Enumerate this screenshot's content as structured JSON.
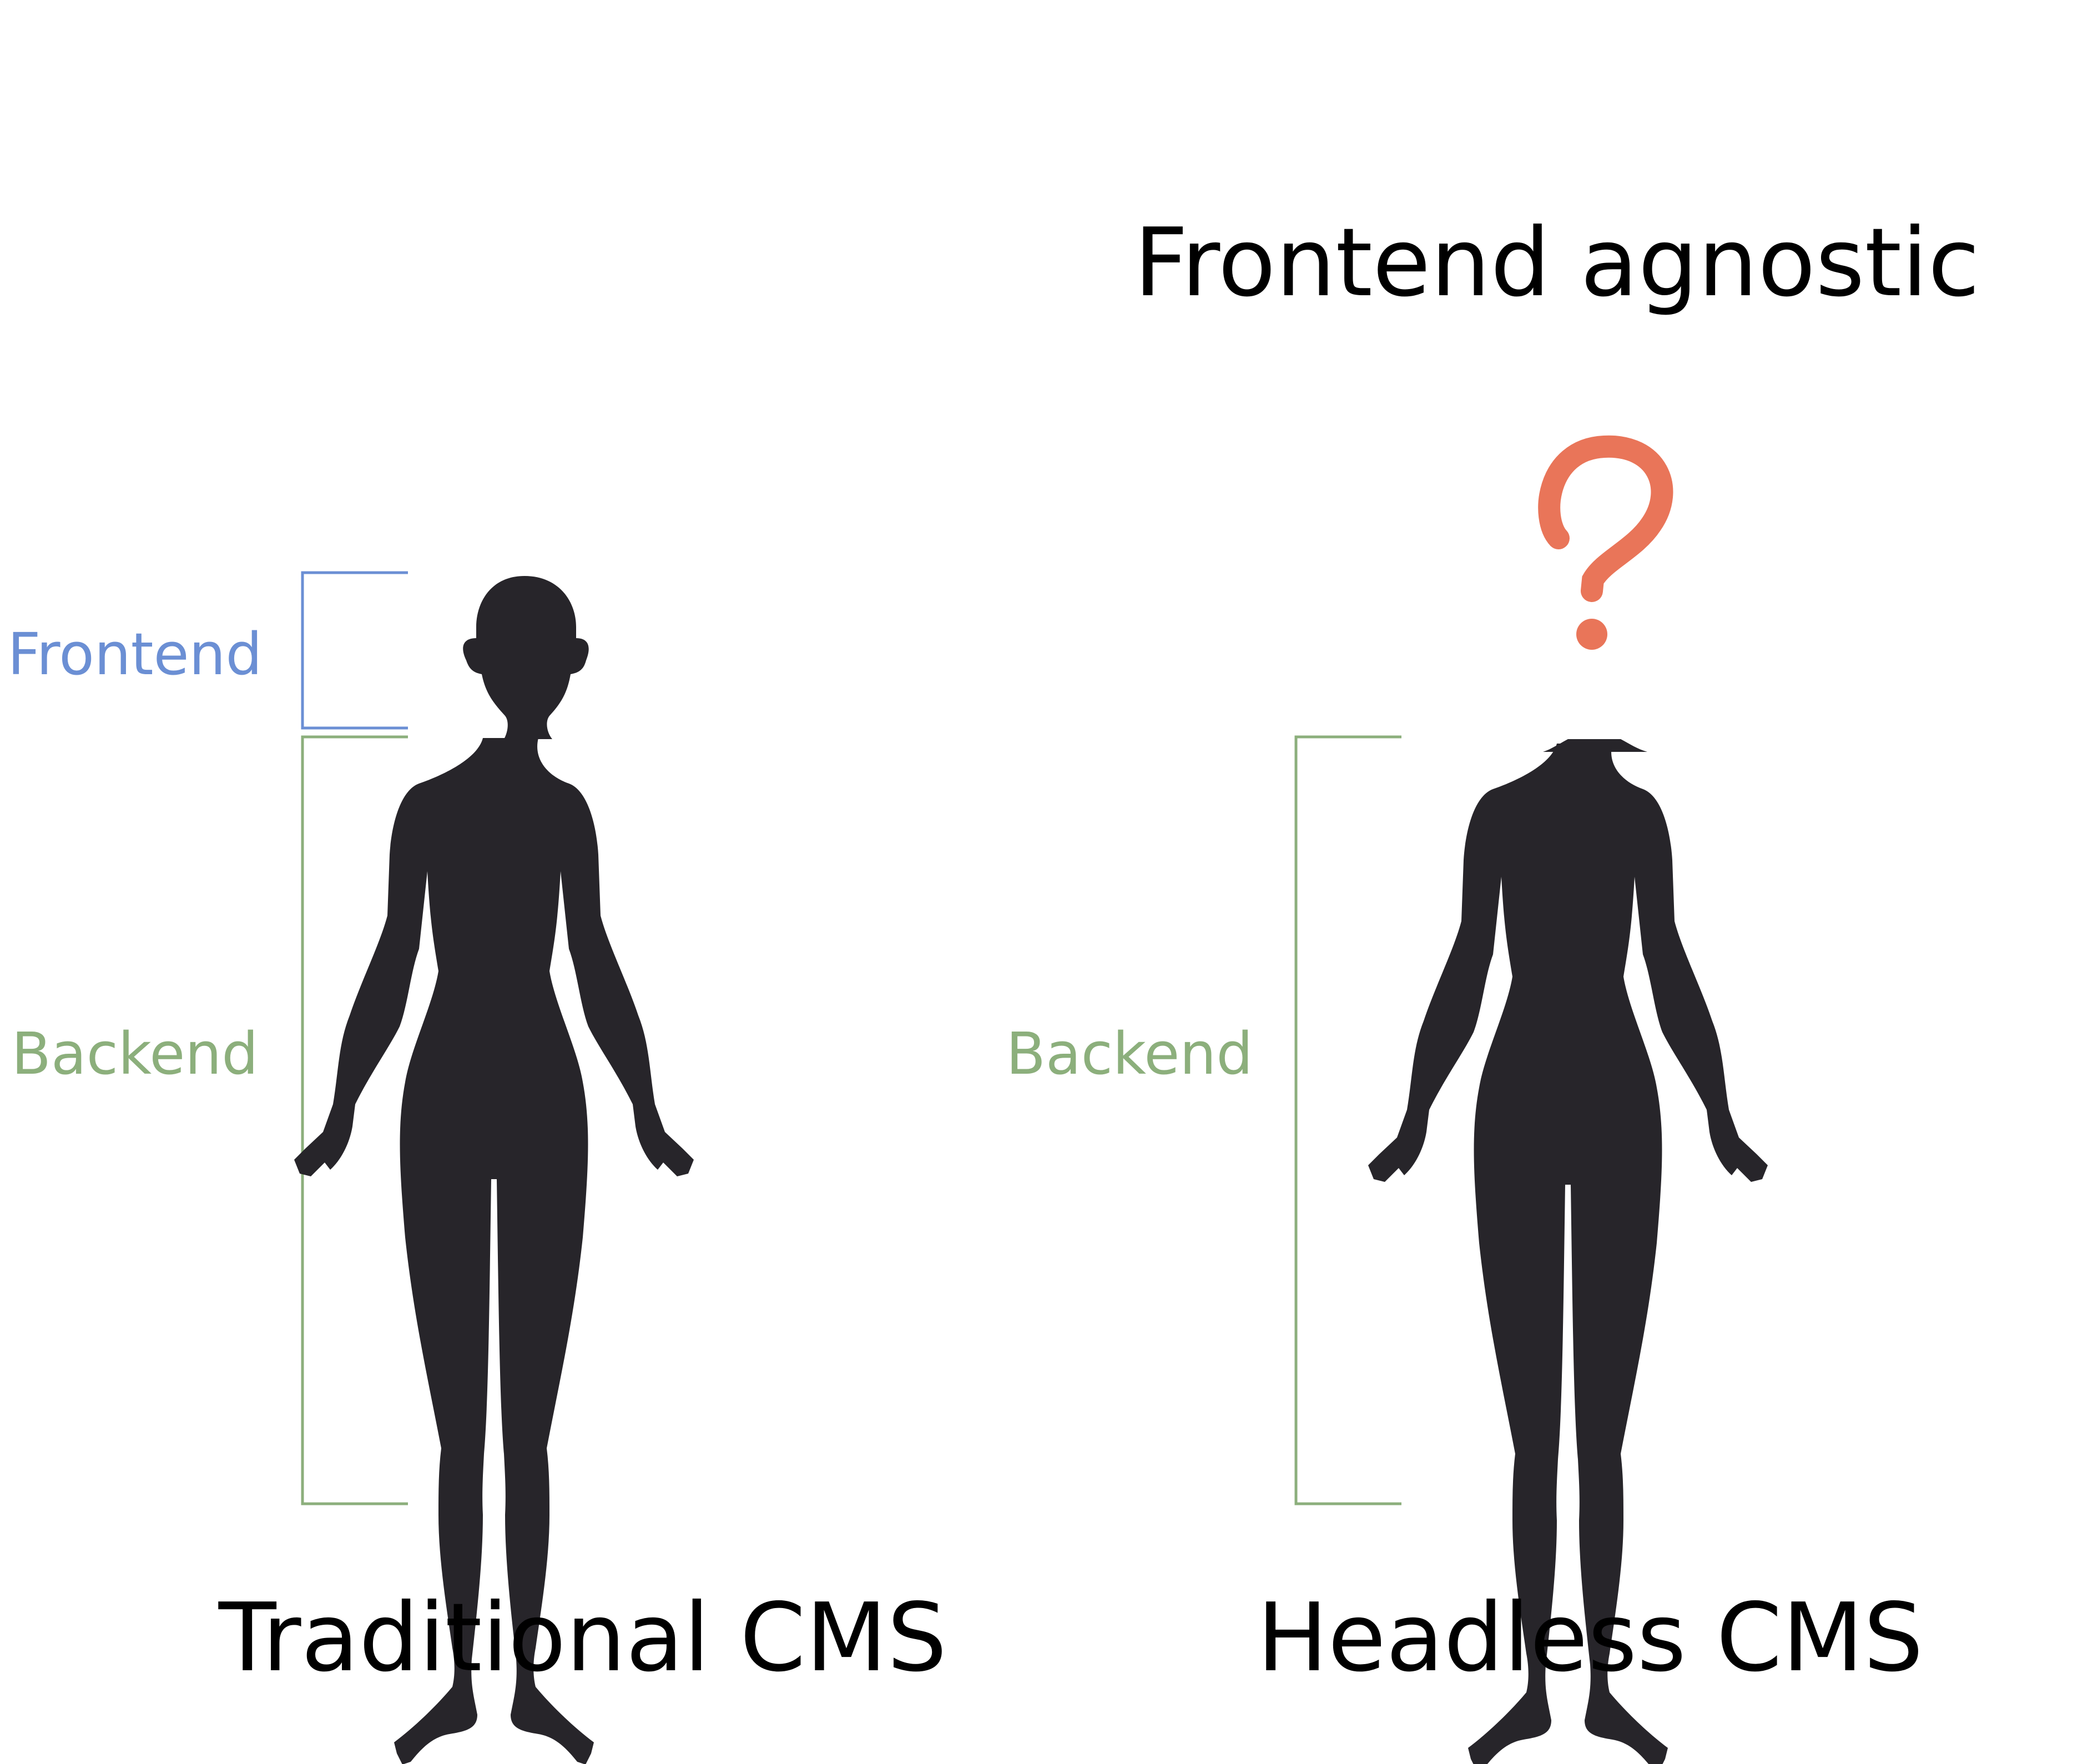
{
  "top_label": "Frontend agnostic",
  "traditional": {
    "caption": "Traditional CMS",
    "frontend_label": "Frontend",
    "backend_label": "Backend"
  },
  "headless": {
    "caption": "Headless CMS",
    "backend_label": "Backend",
    "head_placeholder": "?"
  },
  "colors": {
    "frontend": "#6b8fd4",
    "backend": "#8caf7c",
    "figure": "#27252a",
    "question_mark": "#e97559",
    "text": "#000000"
  },
  "icons": {
    "figure": "human-silhouette-icon",
    "question": "question-mark-icon"
  }
}
